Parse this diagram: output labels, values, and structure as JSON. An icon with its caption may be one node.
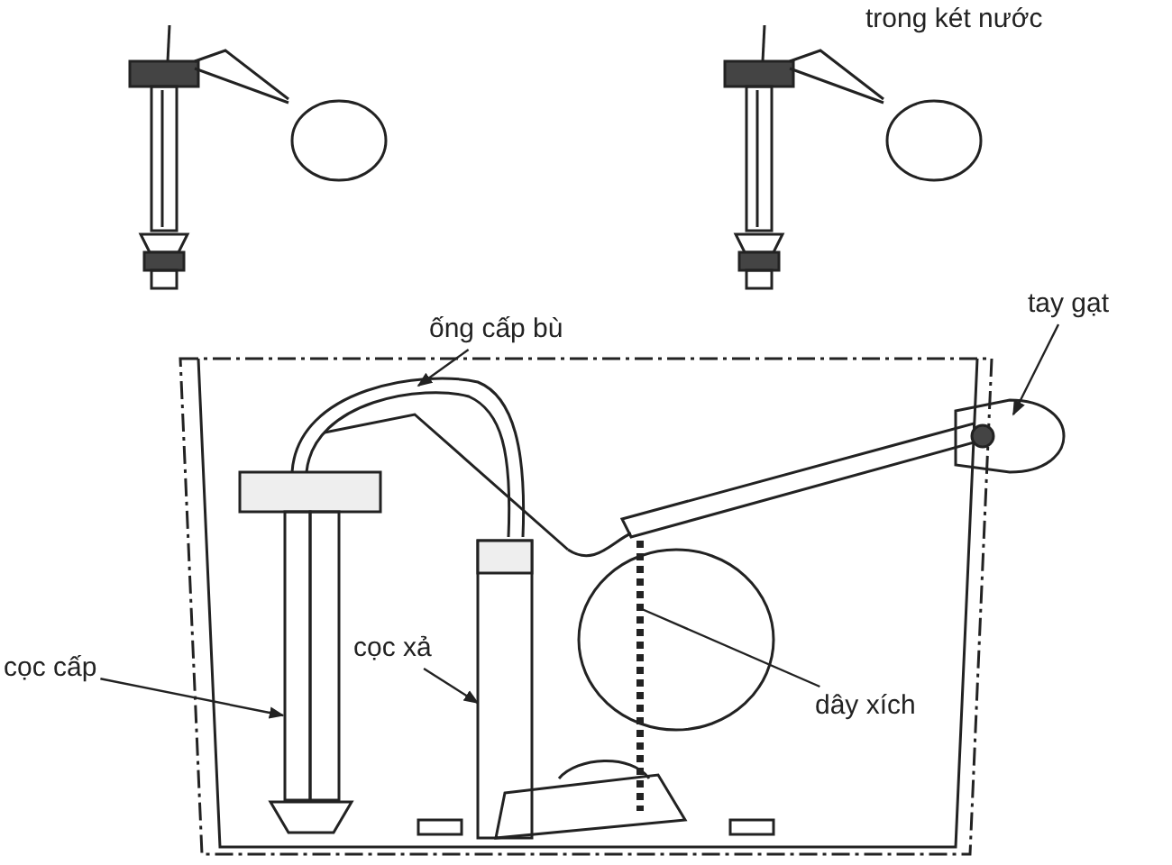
{
  "diagram": {
    "nodes": [
      {
        "text": [
          "ống cấp bù"
        ]
      },
      {
        "text": [
          "tay gạt"
        ]
      },
      {
        "text": [
          "cọc cấp"
        ]
      },
      {
        "text": [
          "cọc xả"
        ]
      },
      {
        "text": [
          "dây xích"
        ]
      }
    ],
    "edges": [
      {
        "from": 0,
        "to": null,
        "arrow": "to"
      },
      {
        "from": 1,
        "to": null,
        "arrow": "to"
      },
      {
        "from": 2,
        "to": null,
        "arrow": "to"
      },
      {
        "from": 3,
        "to": null,
        "arrow": "to"
      },
      {
        "from": 4,
        "to": null,
        "arrow": "none"
      }
    ],
    "labels": [
      "trong két nước"
    ]
  }
}
